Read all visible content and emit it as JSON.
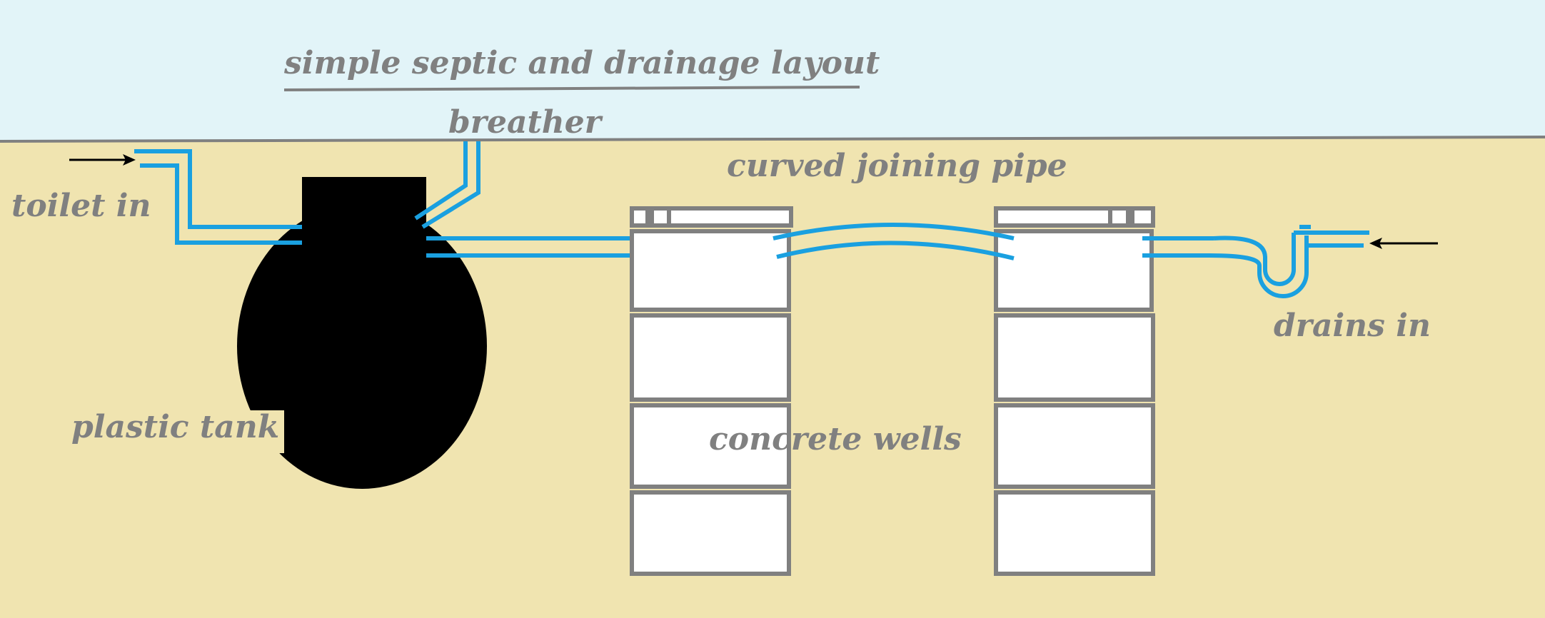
{
  "diagram": {
    "title": "simple septic and drainage layout",
    "labels": {
      "breather": "breather",
      "curved_pipe": "curved joining pipe",
      "toilet_in": "toilet in",
      "drains_in": "drains in",
      "plastic_tank": "plastic tank",
      "concrete_wells": "concrete wells"
    },
    "colors": {
      "sky": "#e2f4f8",
      "ground": "#f0e4b0",
      "pipe": "#1aa0e0",
      "tank": "#000000",
      "well_outline": "#808080",
      "well_fill": "#ffffff",
      "text": "#808080"
    }
  }
}
